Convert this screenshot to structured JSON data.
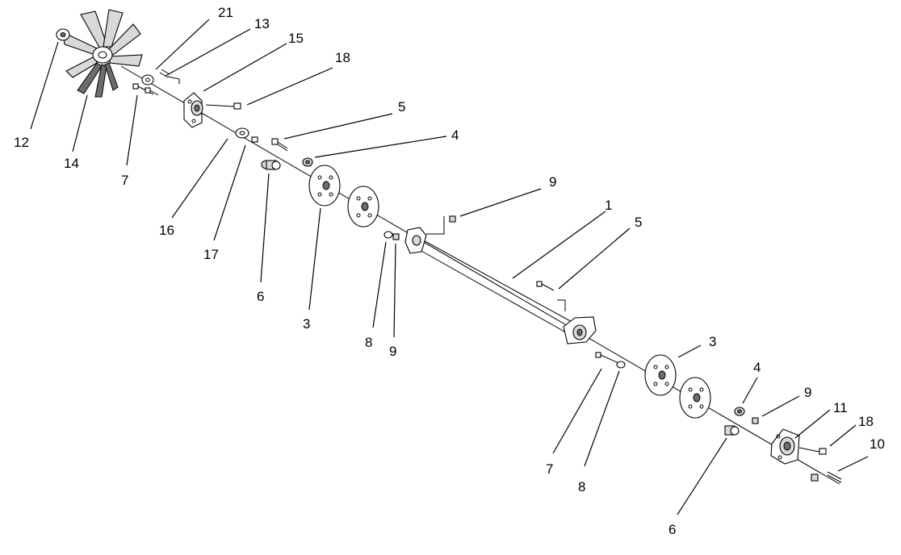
{
  "callouts": {
    "c21": "21",
    "c13": "13",
    "c15": "15",
    "c18a": "18",
    "c12": "12",
    "c14": "14",
    "c7a": "7",
    "c5a": "5",
    "c4a": "4",
    "c16": "16",
    "c17": "17",
    "c6a": "6",
    "c3a": "3",
    "c9a": "9",
    "c1": "1",
    "c5b": "5",
    "c8a": "8",
    "c9b": "9",
    "c3b": "3",
    "c4b": "4",
    "c9c": "9",
    "c11": "11",
    "c18b": "18",
    "c10": "10",
    "c7b": "7",
    "c8b": "8",
    "c6b": "6"
  }
}
